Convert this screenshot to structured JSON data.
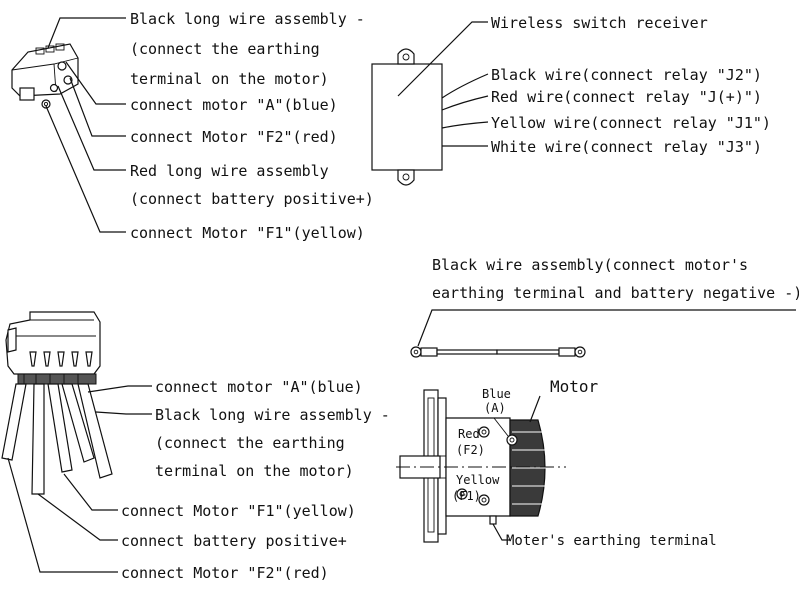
{
  "relay_top": {
    "labels": [
      "Black long wire assembly -",
      "(connect the earthing",
      "terminal on the motor)",
      "connect motor \"A\"(blue)",
      "connect Motor \"F2\"(red)",
      "Red long wire assembly",
      "(connect battery positive+)",
      "connect Motor \"F1\"(yellow)"
    ]
  },
  "receiver": {
    "title": "Wireless switch receiver",
    "wires": [
      "Black wire(connect relay \"J2\")",
      "Red wire(connect relay \"J(+)\")",
      "Yellow wire(connect relay \"J1\")",
      "White wire(connect relay \"J3\")"
    ]
  },
  "relay_bottom": {
    "labels": [
      "connect motor \"A\"(blue)",
      "Black long wire assembly -",
      "(connect the earthing",
      "terminal on the motor)",
      "connect Motor \"F1\"(yellow)",
      "connect battery positive+",
      "connect Motor \"F2\"(red)"
    ]
  },
  "black_assembly": {
    "line1": "Black wire assembly(connect motor's",
    "line2": "earthing terminal and battery negative -)"
  },
  "motor": {
    "title": "Motor",
    "blue": "Blue",
    "a": "(A)",
    "red": "Red",
    "f2": "(F2)",
    "yellow": "Yellow",
    "f1": "(F1)",
    "earthing": "Moter's earthing terminal"
  }
}
